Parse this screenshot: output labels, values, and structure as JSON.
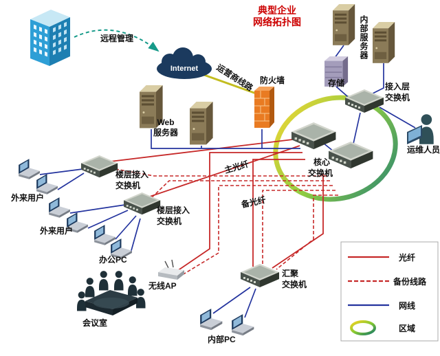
{
  "title": {
    "line1": "典型企业",
    "line2": "网络拓扑图"
  },
  "labels": {
    "remote_mgmt": "远程管理",
    "internet": "Internet",
    "carrier_line": "运营商线路",
    "firewall": "防火墙",
    "web_server_l1": "Web",
    "web_server_l2": "服务器",
    "internal_server": "内部服务器",
    "storage": "存储",
    "access_switch_l1": "接入层",
    "access_switch_l2": "交换机",
    "ops_staff": "运维人员",
    "core_switch_l1": "核心",
    "core_switch_l2": "交换机",
    "floor_switch1_l1": "楼层接入",
    "floor_switch1_l2": "交换机",
    "floor_switch2_l1": "楼层接入",
    "floor_switch2_l2": "交换机",
    "ext_user1": "外来用户",
    "ext_user2": "外来用户",
    "office_pc": "办公PC",
    "wireless_ap": "无线AP",
    "meeting_room": "会议室",
    "agg_switch_l1": "汇聚",
    "agg_switch_l2": "交换机",
    "internal_pc": "内部PC",
    "main_fiber": "主光纤",
    "backup_fiber": "备光纤"
  },
  "legend": {
    "fiber": "光纤",
    "backup": "备份线路",
    "cable": "网线",
    "area": "区域"
  },
  "colors": {
    "title_red": "#cc0000",
    "fiber_line": "#c62828",
    "backup_line": "#c62828",
    "network_cable": "#23339e",
    "carrier_cable": "#c3bd20",
    "remote_mgmt_arrow": "#169a89",
    "ring_gradient": [
      "#f4d322",
      "#86c832",
      "#157a66"
    ]
  }
}
